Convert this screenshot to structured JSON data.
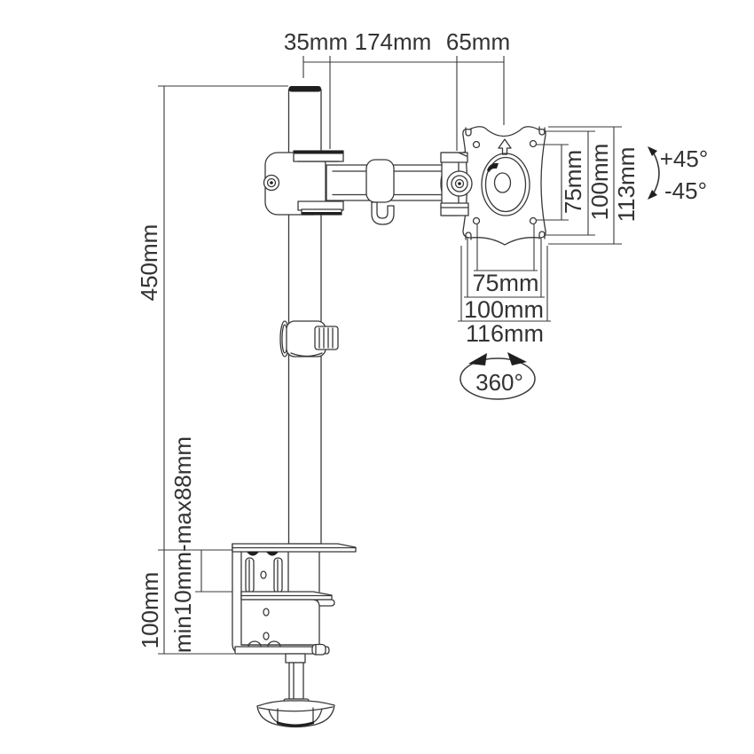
{
  "diagram_labels": {
    "top_dimensions": {
      "pole_to_arm": "35mm",
      "arm_length": "174mm",
      "arm_to_plate": "65mm"
    },
    "left_dimensions": {
      "pole_height": "450mm",
      "clamp_opening": "min10mm-max88mm",
      "clamp_height": "100mm"
    },
    "vesa_plate_vertical": {
      "inner_holes": "75mm",
      "outer_holes": "100mm",
      "plate_height": "113mm"
    },
    "vesa_plate_horizontal": {
      "inner_holes": "75mm",
      "outer_holes": "100mm",
      "plate_width": "116mm"
    },
    "rotation": {
      "tilt_up": "+45°",
      "tilt_down": "-45°",
      "swivel": "360°"
    }
  },
  "colors": {
    "line": "#383838",
    "text": "#333333",
    "dark_fill": "#1f1f1f",
    "background": "#ffffff"
  }
}
